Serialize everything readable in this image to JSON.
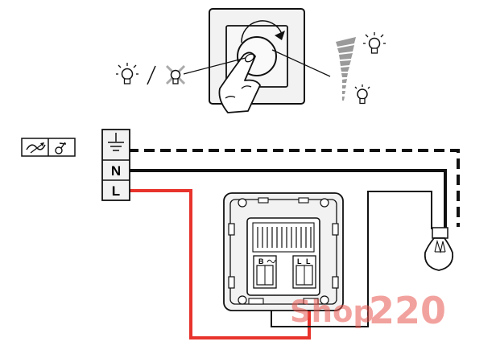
{
  "terminal_block": {
    "label_n": "N",
    "label_l": "L"
  },
  "socket": {
    "label_b": "B",
    "label_l1": "L",
    "label_l2": "L"
  },
  "watermark": {
    "text_shop": "Shop",
    "text_num": "220"
  },
  "colors": {
    "phase_wire": "#e8332c",
    "neutral_wire": "#111111",
    "earth_wire": "#111111",
    "watermark": "#f0a09c",
    "dim_bar": "#9a9a9a",
    "panel_bg": "#f2f2f2"
  },
  "icons": [
    "bulb-on-icon",
    "bulb-off-icon",
    "touch-hand-icon",
    "rotate-arrow-icon",
    "dimmer-bar-icon",
    "dimmer-symbol-icon",
    "earth-symbol-icon",
    "lamp-icon"
  ]
}
